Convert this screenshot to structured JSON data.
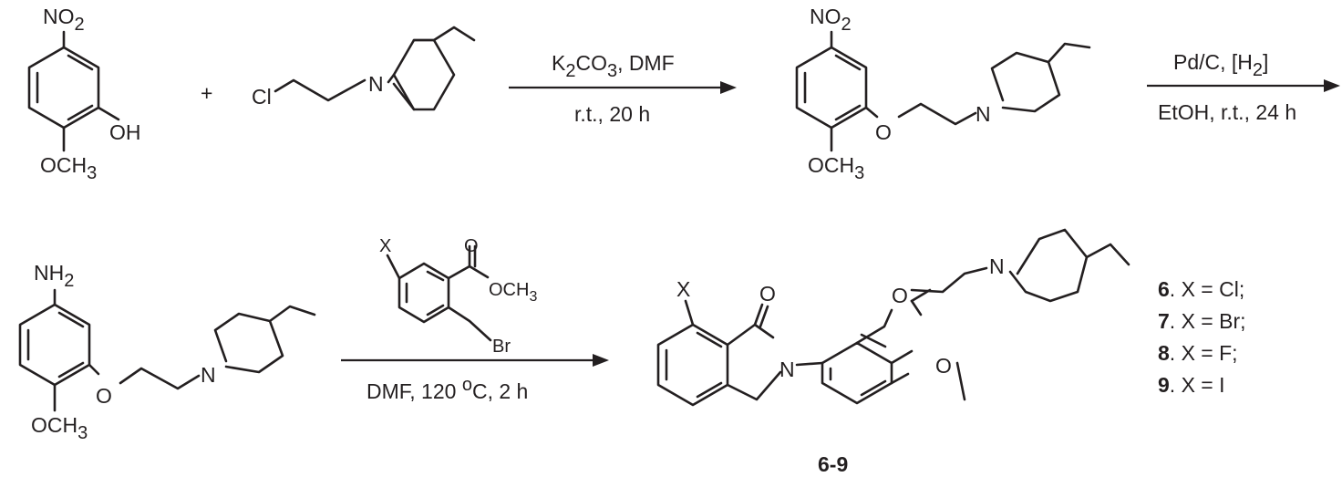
{
  "row1": {
    "sm1": {
      "nitro": "NO",
      "nitro_sub": "2",
      "oh": "OH",
      "ome": "OCH",
      "ome_sub": "3"
    },
    "plus": "+",
    "sm2": {
      "cl": "Cl",
      "n": "N"
    },
    "arrow1": {
      "reagent_a": "K",
      "reagent_a_sub": "2",
      "reagent_b": "CO",
      "reagent_b_sub": "3",
      "reagent_c": ", DMF",
      "conditions": "r.t., 20 h"
    },
    "int1": {
      "nitro": "NO",
      "nitro_sub": "2",
      "o": "O",
      "n": "N",
      "ome": "OCH",
      "ome_sub": "3"
    },
    "arrow2": {
      "reagent": "Pd/C, [H",
      "reagent_sub": "2",
      "reagent_end": "]",
      "conditions": "EtOH, r.t., 24 h"
    }
  },
  "row2": {
    "int2": {
      "amine": "NH",
      "amine_sub": "2",
      "o": "O",
      "n": "N",
      "ome": "OCH",
      "ome_sub": "3"
    },
    "reagent": {
      "x": "X",
      "o": "O",
      "ome": "OCH",
      "ome_sub": "3",
      "br": "Br"
    },
    "arrow3": {
      "conditions_a": "DMF,  120 ",
      "conditions_sup": "o",
      "conditions_b": "C, 2 h"
    },
    "product": {
      "x": "X",
      "carbonyl_o": "O",
      "n_lactam": "N",
      "o_ether": "O",
      "n_pip": "N",
      "o_methoxy": "O"
    },
    "compound_range": "6-9",
    "legend": [
      {
        "num": "6",
        "text": ". X = Cl;"
      },
      {
        "num": "7",
        "text": ". X = Br;"
      },
      {
        "num": "8",
        "text": ". X = F;"
      },
      {
        "num": "9",
        "text": ". X = I"
      }
    ]
  }
}
